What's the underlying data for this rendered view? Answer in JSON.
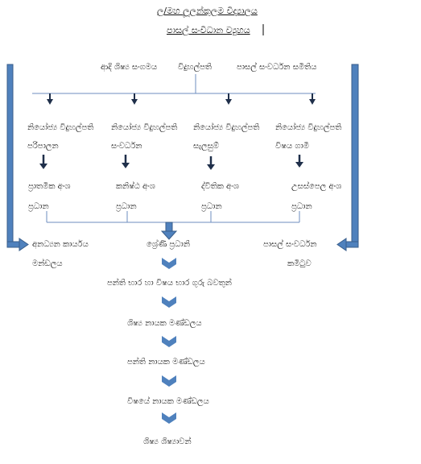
{
  "header": {
    "school": "ල/මහ ලූලන්කුලම විද්‍යාලය",
    "title": "පාසල් සංවිධාන ව්‍යුහය"
  },
  "top_level": {
    "left": "ආදි ශිෂ්‍ය සංගමය",
    "center": "විදුහල්පති",
    "right": "පාසල් සංවර්ධන සමිතිය"
  },
  "deputies": [
    {
      "line1": "නියෝජ්‍ය විදුහල්පති",
      "line2": "පරිපාලන"
    },
    {
      "line1": "නියෝජ්‍ය විදුහල්පති",
      "line2": "සංවර්ධන"
    },
    {
      "line1": "නියෝජ්‍ය විදුහල්පති",
      "line2": "සැලසුම්"
    },
    {
      "line1": "නියෝජ්‍ය විදුහල්පති",
      "line2": "විෂය ගාමී"
    }
  ],
  "section_heads": [
    {
      "line1": "ප්‍රාතමික අංශ",
      "line2": "ප්‍රධාන"
    },
    {
      "line1": "කනිෂ්ඨ අංශ",
      "line2": "ප්‍රධාන"
    },
    {
      "line1": "ද්විතික අංශ",
      "line2": "ප්‍රධාන"
    },
    {
      "line1": "උසස්පෙල අංශ",
      "line2": "ප්‍රධාන"
    }
  ],
  "row_mid": {
    "left_line1": "අනධ්‍යන කාර්යය",
    "left_line2": "මන්ඩලය",
    "center": "ශ්‍රේණි ප්‍රධානි",
    "right_line1": "පාසල් සංවර්ධන",
    "right_line2": "කමිටුව"
  },
  "chain": [
    "පන්ති භාර හා විෂය භාර ගුරු බවතුන්",
    "ශිෂ්‍ය නායක මණ්ඩලය",
    "පන්ති නායක මණ්ඩලය",
    "විෂයේ නායක මණ්ඩලය",
    "ශිෂ්‍ය ශිෂ්‍යාවන්"
  ],
  "colors": {
    "arrow_fill": "#4f81bd",
    "arrow_stroke": "#385d8a",
    "chevron": "#4f81bd",
    "line": "#6c8ebf"
  }
}
